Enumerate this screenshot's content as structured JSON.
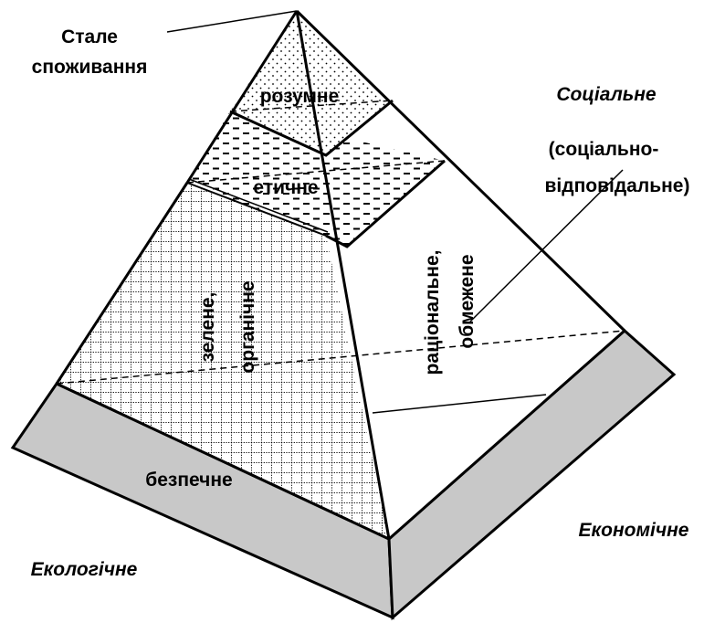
{
  "labels": {
    "sustainable_line1": "Стале",
    "sustainable_line2": "споживання",
    "social": "Соціальне",
    "social_resp_line1": "(соціально-",
    "social_resp_line2": "відповідальне)",
    "economic": "Економічне",
    "ecological": "Екологічне",
    "reasonable": "розумне",
    "ethical": "етичне",
    "green_line1": "зелене,",
    "green_line2": "органічне",
    "rational_line1": "раціональне,",
    "rational_line2": "обмежене",
    "safe": "безпечне"
  }
}
